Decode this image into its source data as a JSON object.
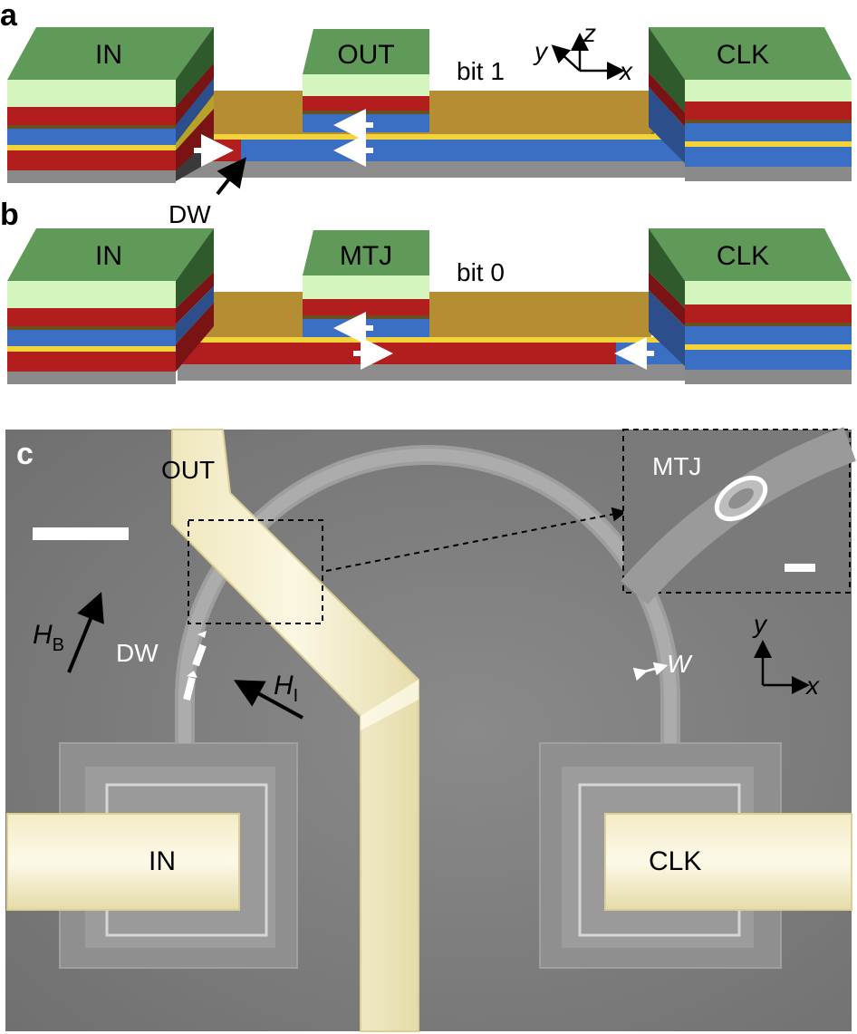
{
  "panels": {
    "a": {
      "letter": "a",
      "pads": {
        "in": "IN",
        "out": "OUT",
        "clk": "CLK"
      },
      "bit": "bit 1",
      "dw": "DW",
      "axes": {
        "x": "x",
        "y": "y",
        "z": "z"
      }
    },
    "b": {
      "letter": "b",
      "pads": {
        "in": "IN",
        "mtj": "MTJ",
        "clk": "CLK"
      },
      "bit": "bit 0"
    },
    "c": {
      "letter": "c",
      "out": "OUT",
      "in": "IN",
      "clk": "CLK",
      "mtj": "MTJ",
      "dw": "DW",
      "hb_main": "H",
      "hb_sub": "B",
      "hi_main": "H",
      "hi_sub": "I",
      "w": "W",
      "axes": {
        "x": "x",
        "y": "y"
      }
    }
  },
  "colors": {
    "green_top": "#5f9a58",
    "green_light": "#d4f5bd",
    "red": "#b21e1e",
    "blue": "#3a6fc4",
    "yellow": "#f2d43a",
    "gray": "#8a8a8a",
    "gold": "#b58e34",
    "sem_bg": "#7d7d7d",
    "electrode": "#f2ebc2"
  }
}
